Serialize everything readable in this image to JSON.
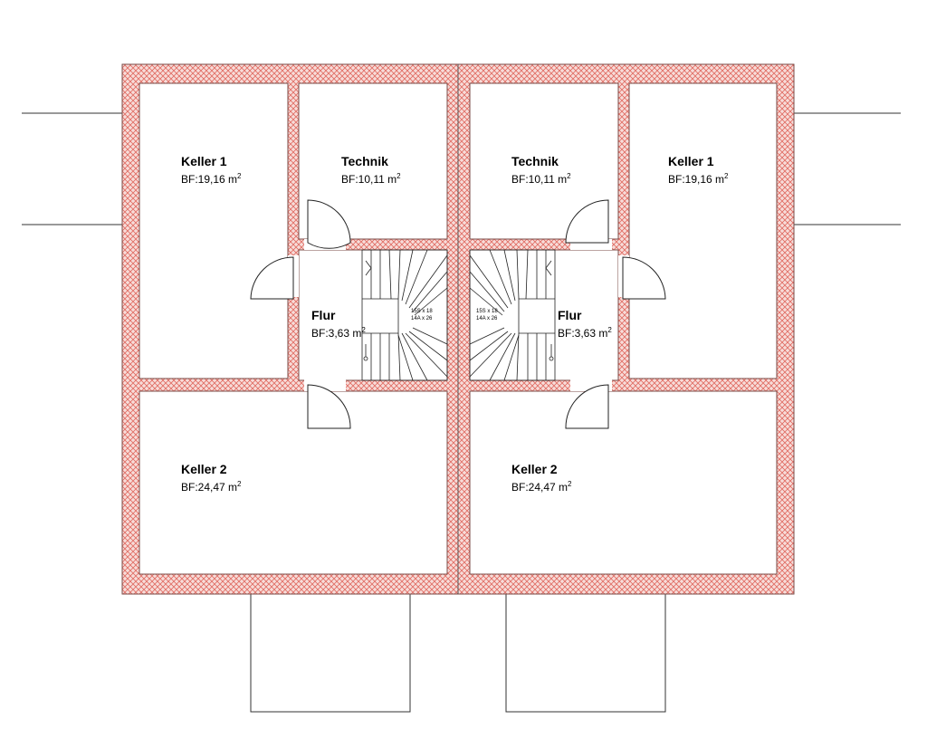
{
  "rooms": {
    "left_keller1": {
      "name": "Keller 1",
      "area_prefix": "BF:19,16 m",
      "area_sup": "2"
    },
    "left_technik": {
      "name": "Technik",
      "area_prefix": "BF:10,11 m",
      "area_sup": "2"
    },
    "left_flur": {
      "name": "Flur",
      "area_prefix": "BF:3,63 m",
      "area_sup": "2"
    },
    "left_keller2": {
      "name": "Keller 2",
      "area_prefix": "BF:24,47 m",
      "area_sup": "2"
    },
    "right_technik": {
      "name": "Technik",
      "area_prefix": "BF:10,11 m",
      "area_sup": "2"
    },
    "right_keller1": {
      "name": "Keller 1",
      "area_prefix": "BF:19,16 m",
      "area_sup": "2"
    },
    "right_flur": {
      "name": "Flur",
      "area_prefix": "BF:3,63 m",
      "area_sup": "2"
    },
    "right_keller2": {
      "name": "Keller 2",
      "area_prefix": "BF:24,47 m",
      "area_sup": "2"
    }
  },
  "stairs": {
    "left": {
      "line1": "15S x 18",
      "line2": "14A x 26"
    },
    "right": {
      "line1": "15S x 18",
      "line2": "14A x 26"
    }
  },
  "colors": {
    "wall_fill": "#f6d6d3",
    "wall_hatch": "#e06a60",
    "wall_outline": "#7a4a46"
  }
}
